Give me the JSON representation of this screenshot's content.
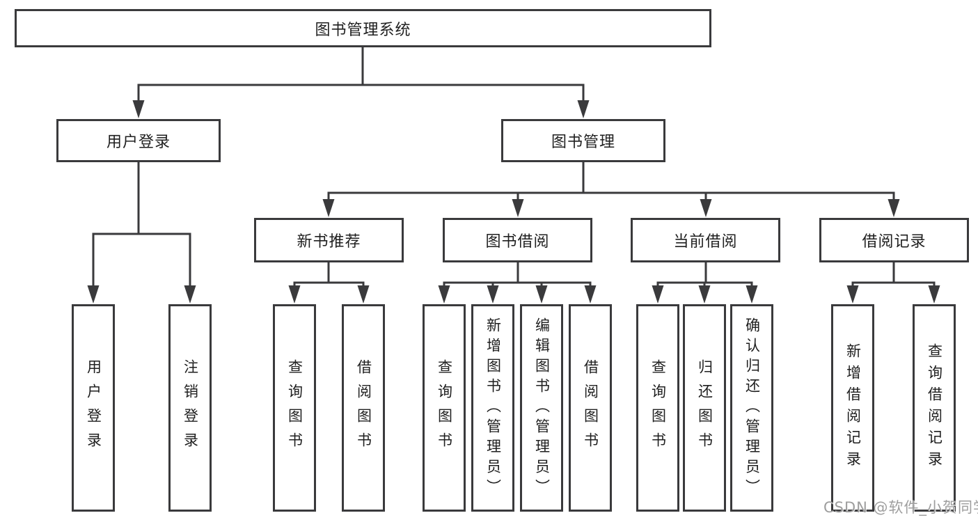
{
  "root": {
    "label": "图书管理系统"
  },
  "branches": [
    {
      "label": "用户登录",
      "children": [
        {
          "label": "用户登录"
        },
        {
          "label": "注销登录"
        }
      ]
    },
    {
      "label": "图书管理",
      "children": [
        {
          "label": "新书推荐",
          "children": [
            {
              "label": "查询图书"
            },
            {
              "label": "借阅图书"
            }
          ]
        },
        {
          "label": "图书借阅",
          "children": [
            {
              "label": "查询图书"
            },
            {
              "label": "新增图书（管理员）"
            },
            {
              "label": "编辑图书（管理员）"
            },
            {
              "label": "借阅图书"
            }
          ]
        },
        {
          "label": "当前借阅",
          "children": [
            {
              "label": "查询图书"
            },
            {
              "label": "归还图书"
            },
            {
              "label": "确认归还（管理员）"
            }
          ]
        },
        {
          "label": "借阅记录",
          "children": [
            {
              "label": "新增借阅记录"
            },
            {
              "label": "查询借阅记录"
            }
          ]
        }
      ]
    }
  ],
  "watermark": "CSDN @软件_小贺同学",
  "colors": {
    "line": "#3a3a3c",
    "box_border": "#3a3a3c",
    "text": "#1f1f1f",
    "watermark_text": "#9e9e9e",
    "background": "#ffffff"
  }
}
